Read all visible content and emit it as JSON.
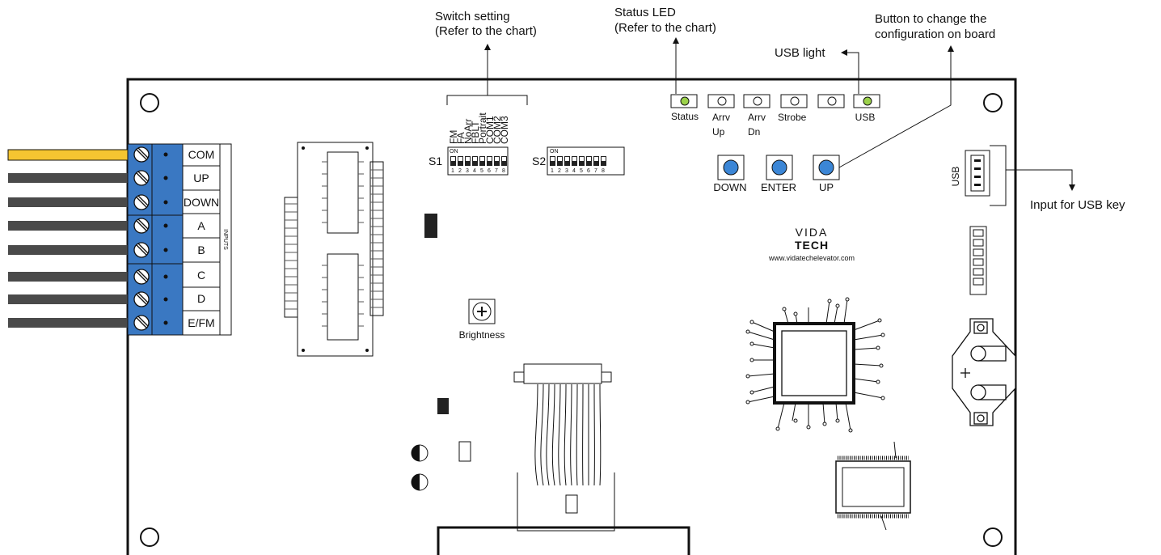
{
  "annotations": {
    "switch_setting": [
      "Switch setting",
      "(Refer to the chart)"
    ],
    "status_led": [
      "Status LED",
      "(Refer to the chart)"
    ],
    "button_config": [
      "Button to change the",
      "configuration on board"
    ],
    "usb_light": "USB light",
    "usb_input": "Input for USB key"
  },
  "terminals": [
    "COM",
    "UP",
    "DOWN",
    "A",
    "B",
    "C",
    "D",
    "E/FM"
  ],
  "inputs_label": "INPUTS",
  "switch_labels": [
    "FM",
    "FA",
    "NoArr",
    "FBLT",
    "Portrait",
    "COM1",
    "COM2",
    "COM3"
  ],
  "dip": {
    "s1": "S1",
    "s2": "S2",
    "on": "ON",
    "numbers": [
      "1",
      "2",
      "3",
      "4",
      "5",
      "6",
      "7",
      "8"
    ]
  },
  "leds": {
    "status": "Status",
    "arrv_up": [
      "Arrv",
      "Up"
    ],
    "arrv_dn": [
      "Arrv",
      "Dn"
    ],
    "strobe": "Strobe",
    "usb": "USB"
  },
  "buttons": [
    "DOWN",
    "ENTER",
    "UP"
  ],
  "usb_port": "USB",
  "logo": {
    "top": "VIDA",
    "bottom": "TECH",
    "url": "www.vidatechelevator.com"
  },
  "brightness": "Brightness",
  "colors": {
    "wire_yellow": "#f5c531",
    "wire_gray": "#4a4a4a",
    "terminal_blue": "#3a78c2",
    "led_green": "#9bd14a",
    "button_blue": "#3b86d6"
  }
}
